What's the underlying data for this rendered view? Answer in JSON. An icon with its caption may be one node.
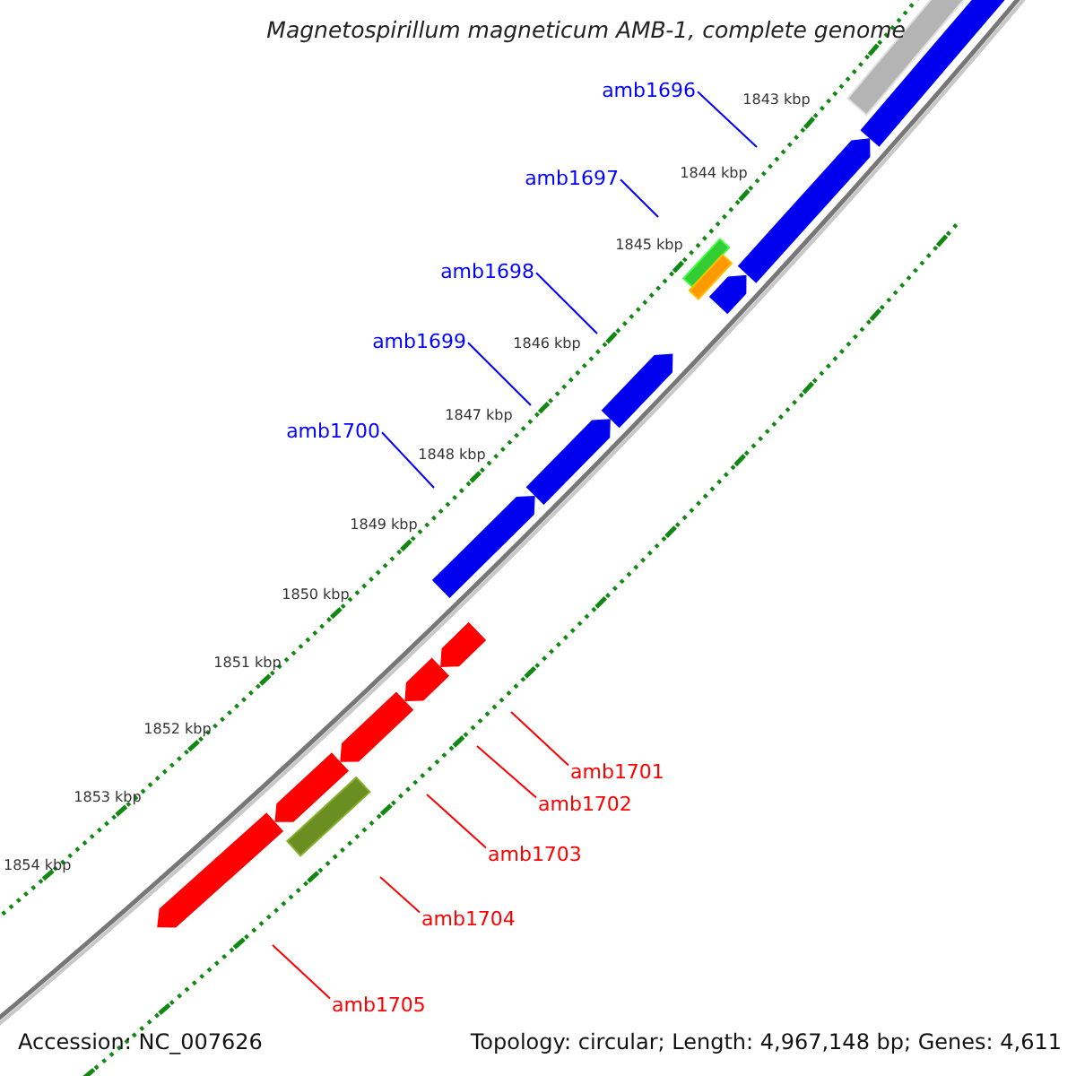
{
  "diagram": {
    "title": "Magnetospirillum magneticum AMB-1, complete genome",
    "nodes": [
      {
        "text": [
          "amb1696"
        ]
      },
      {
        "text": [
          "amb1697"
        ]
      },
      {
        "text": [
          "amb1698"
        ]
      },
      {
        "text": [
          "amb1699"
        ]
      },
      {
        "text": [
          "amb1700"
        ]
      },
      {
        "text": [
          "amb1701"
        ]
      },
      {
        "text": [
          "amb1702"
        ]
      },
      {
        "text": [
          "amb1703"
        ]
      },
      {
        "text": [
          "amb1704"
        ]
      },
      {
        "text": [
          "amb1705"
        ]
      }
    ],
    "edges": [
      {
        "from": 0,
        "to": null,
        "arrow": "none"
      },
      {
        "from": 1,
        "to": null,
        "arrow": "none"
      },
      {
        "from": 2,
        "to": null,
        "arrow": "none"
      },
      {
        "from": 3,
        "to": null,
        "arrow": "none"
      },
      {
        "from": 4,
        "to": null,
        "arrow": "none"
      },
      {
        "from": 5,
        "to": null,
        "arrow": "none",
        "color": "#ff0000"
      },
      {
        "from": 6,
        "to": null,
        "arrow": "none",
        "color": "#ff0000"
      },
      {
        "from": 7,
        "to": null,
        "arrow": "none",
        "color": "#ff0000"
      },
      {
        "from": 8,
        "to": null,
        "arrow": "none",
        "color": "#ff0000"
      },
      {
        "from": 9,
        "to": null,
        "arrow": "none",
        "color": "#ff0000"
      }
    ],
    "labels": [
      "1843 kbp",
      "1844 kbp",
      "1845 kbp",
      "1846 kbp",
      "1847 kbp",
      "1848 kbp",
      "1849 kbp",
      "1850 kbp",
      "1851 kbp",
      "1852 kbp",
      "1853 kbp",
      "1854 kbp",
      "Accession: NC_007626",
      "Topology: circular; Length: 4,967,148 bp; Genes: 4,611"
    ]
  }
}
